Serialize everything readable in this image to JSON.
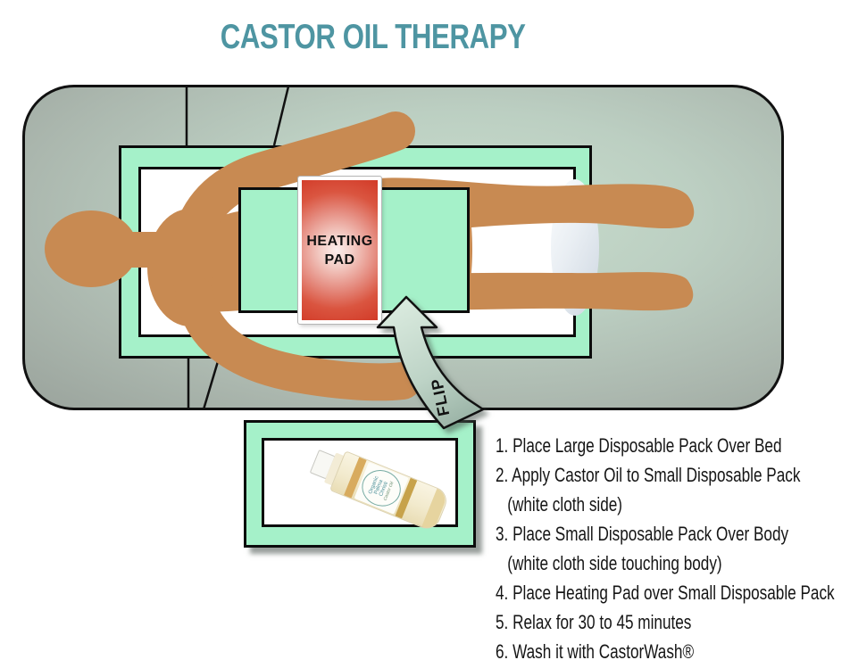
{
  "title": "CASTOR OIL THERAPY",
  "heating_pad": {
    "line1": "HEATING",
    "line2": "PAD"
  },
  "arrow": {
    "label": "FLIP"
  },
  "bottle": {
    "label_line1": "Organic",
    "label_line2": "Palma",
    "label_line3": "Christi",
    "label_script": "Castor Oil"
  },
  "instructions": {
    "lines": [
      "1. Place Large Disposable Pack Over Bed",
      "2. Apply Castor Oil to Small Disposable Pack",
      "(white cloth side)",
      "3. Place Small Disposable Pack Over Body",
      "(white cloth side touching body)",
      "4. Place Heating Pad over Small Disposable Pack",
      "5. Relax for 30 to 45 minutes",
      "6. Wash it with CastorWash®"
    ]
  },
  "colors": {
    "title_teal": "#4e95a2",
    "skin": "#c88a52",
    "mint": "#a5f1c9",
    "pad_red": "#d23a27",
    "bed_green": "#b7c9bc",
    "arrow_green": "#c2d8cb",
    "pillow_gray": "#dde5ec"
  }
}
